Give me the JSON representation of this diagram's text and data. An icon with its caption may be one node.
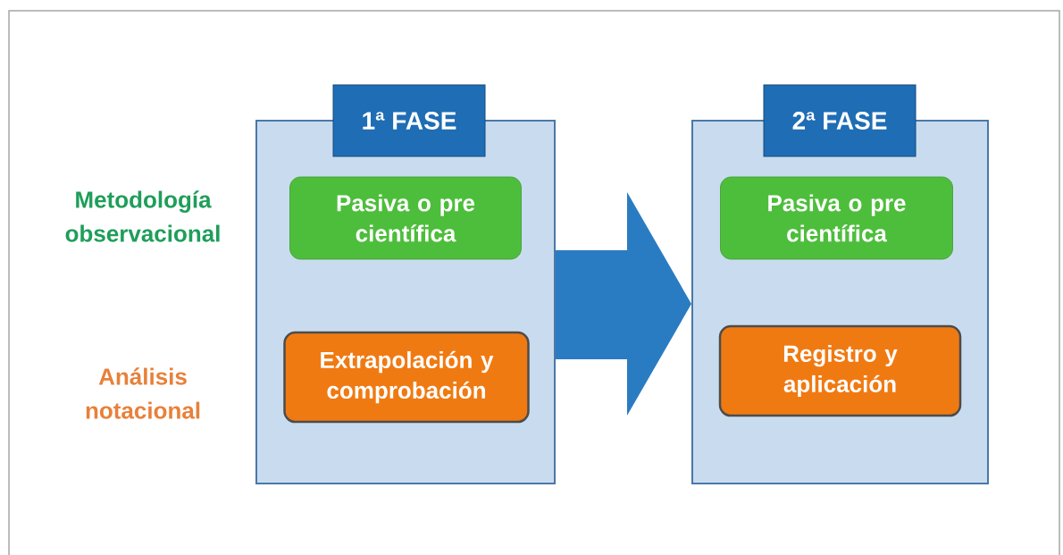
{
  "diagram": {
    "nodes": [
      {
        "text": [
          "1ª FASE"
        ]
      },
      {
        "text": [
          "Pasiva o pre científica"
        ],
        "in": 0
      },
      {
        "text": [
          "Extrapolación y comprobación"
        ],
        "in": 0
      },
      {
        "text": [
          "2ª FASE"
        ]
      },
      {
        "text": [
          "Pasiva o pre científica"
        ],
        "in": 3
      },
      {
        "text": [
          "Registro y aplicación"
        ],
        "in": 3
      }
    ],
    "edges": [
      {
        "from": 0,
        "to": 3,
        "arrow": "to"
      }
    ],
    "labels": [
      "Metodología observacional",
      "Análisis notacional"
    ]
  }
}
